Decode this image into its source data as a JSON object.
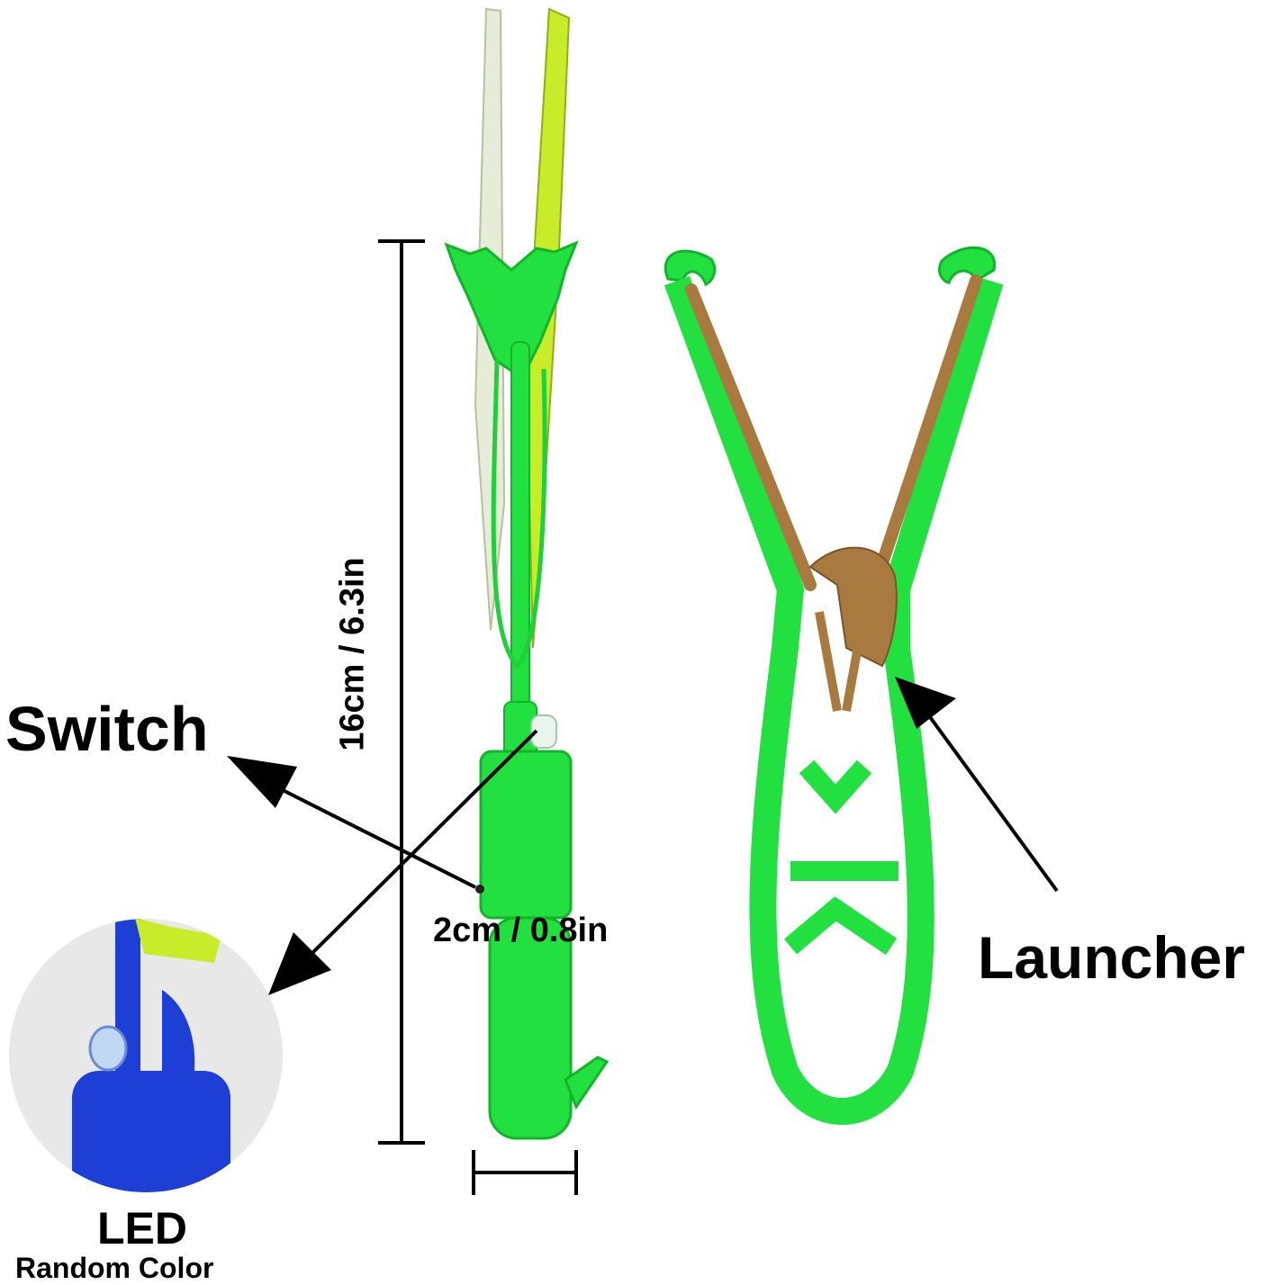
{
  "labels": {
    "switch": "Switch",
    "launcher": "Launcher",
    "height": "16cm / 6.3in",
    "width": "2cm / 0.8in",
    "led": "LED",
    "led_sub": "Random Color"
  },
  "colors": {
    "plastic_green": "#22e040",
    "plastic_dark": "#12b52a",
    "rubber_band": "#a87a40",
    "led_blue": "#1e3fd6",
    "tag_yellow": "#c8ec2a",
    "background": "#ffffff",
    "arrow": "#000000"
  }
}
